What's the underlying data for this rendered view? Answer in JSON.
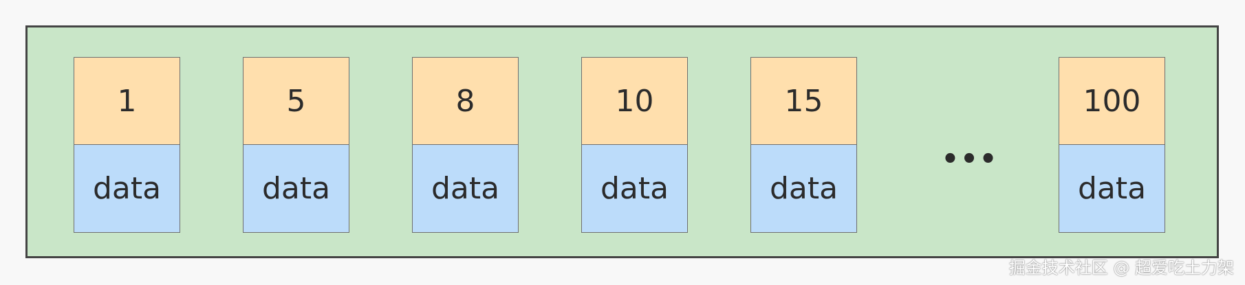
{
  "diagram": {
    "entries": [
      {
        "key": "1",
        "value": "data"
      },
      {
        "key": "5",
        "value": "data"
      },
      {
        "key": "8",
        "value": "data"
      },
      {
        "key": "10",
        "value": "data"
      },
      {
        "key": "15",
        "value": "data"
      },
      {
        "key": "100",
        "value": "data"
      }
    ],
    "ellipsis": "•••",
    "colors": {
      "page_fill": "#c9e6c8",
      "page_border": "#444444",
      "key_fill": "#ffdfad",
      "data_fill": "#bcdcfa",
      "cell_border": "#6e6e6e"
    }
  },
  "watermark": {
    "text": "掘金技术社区 @ 超爱吃土力架"
  }
}
